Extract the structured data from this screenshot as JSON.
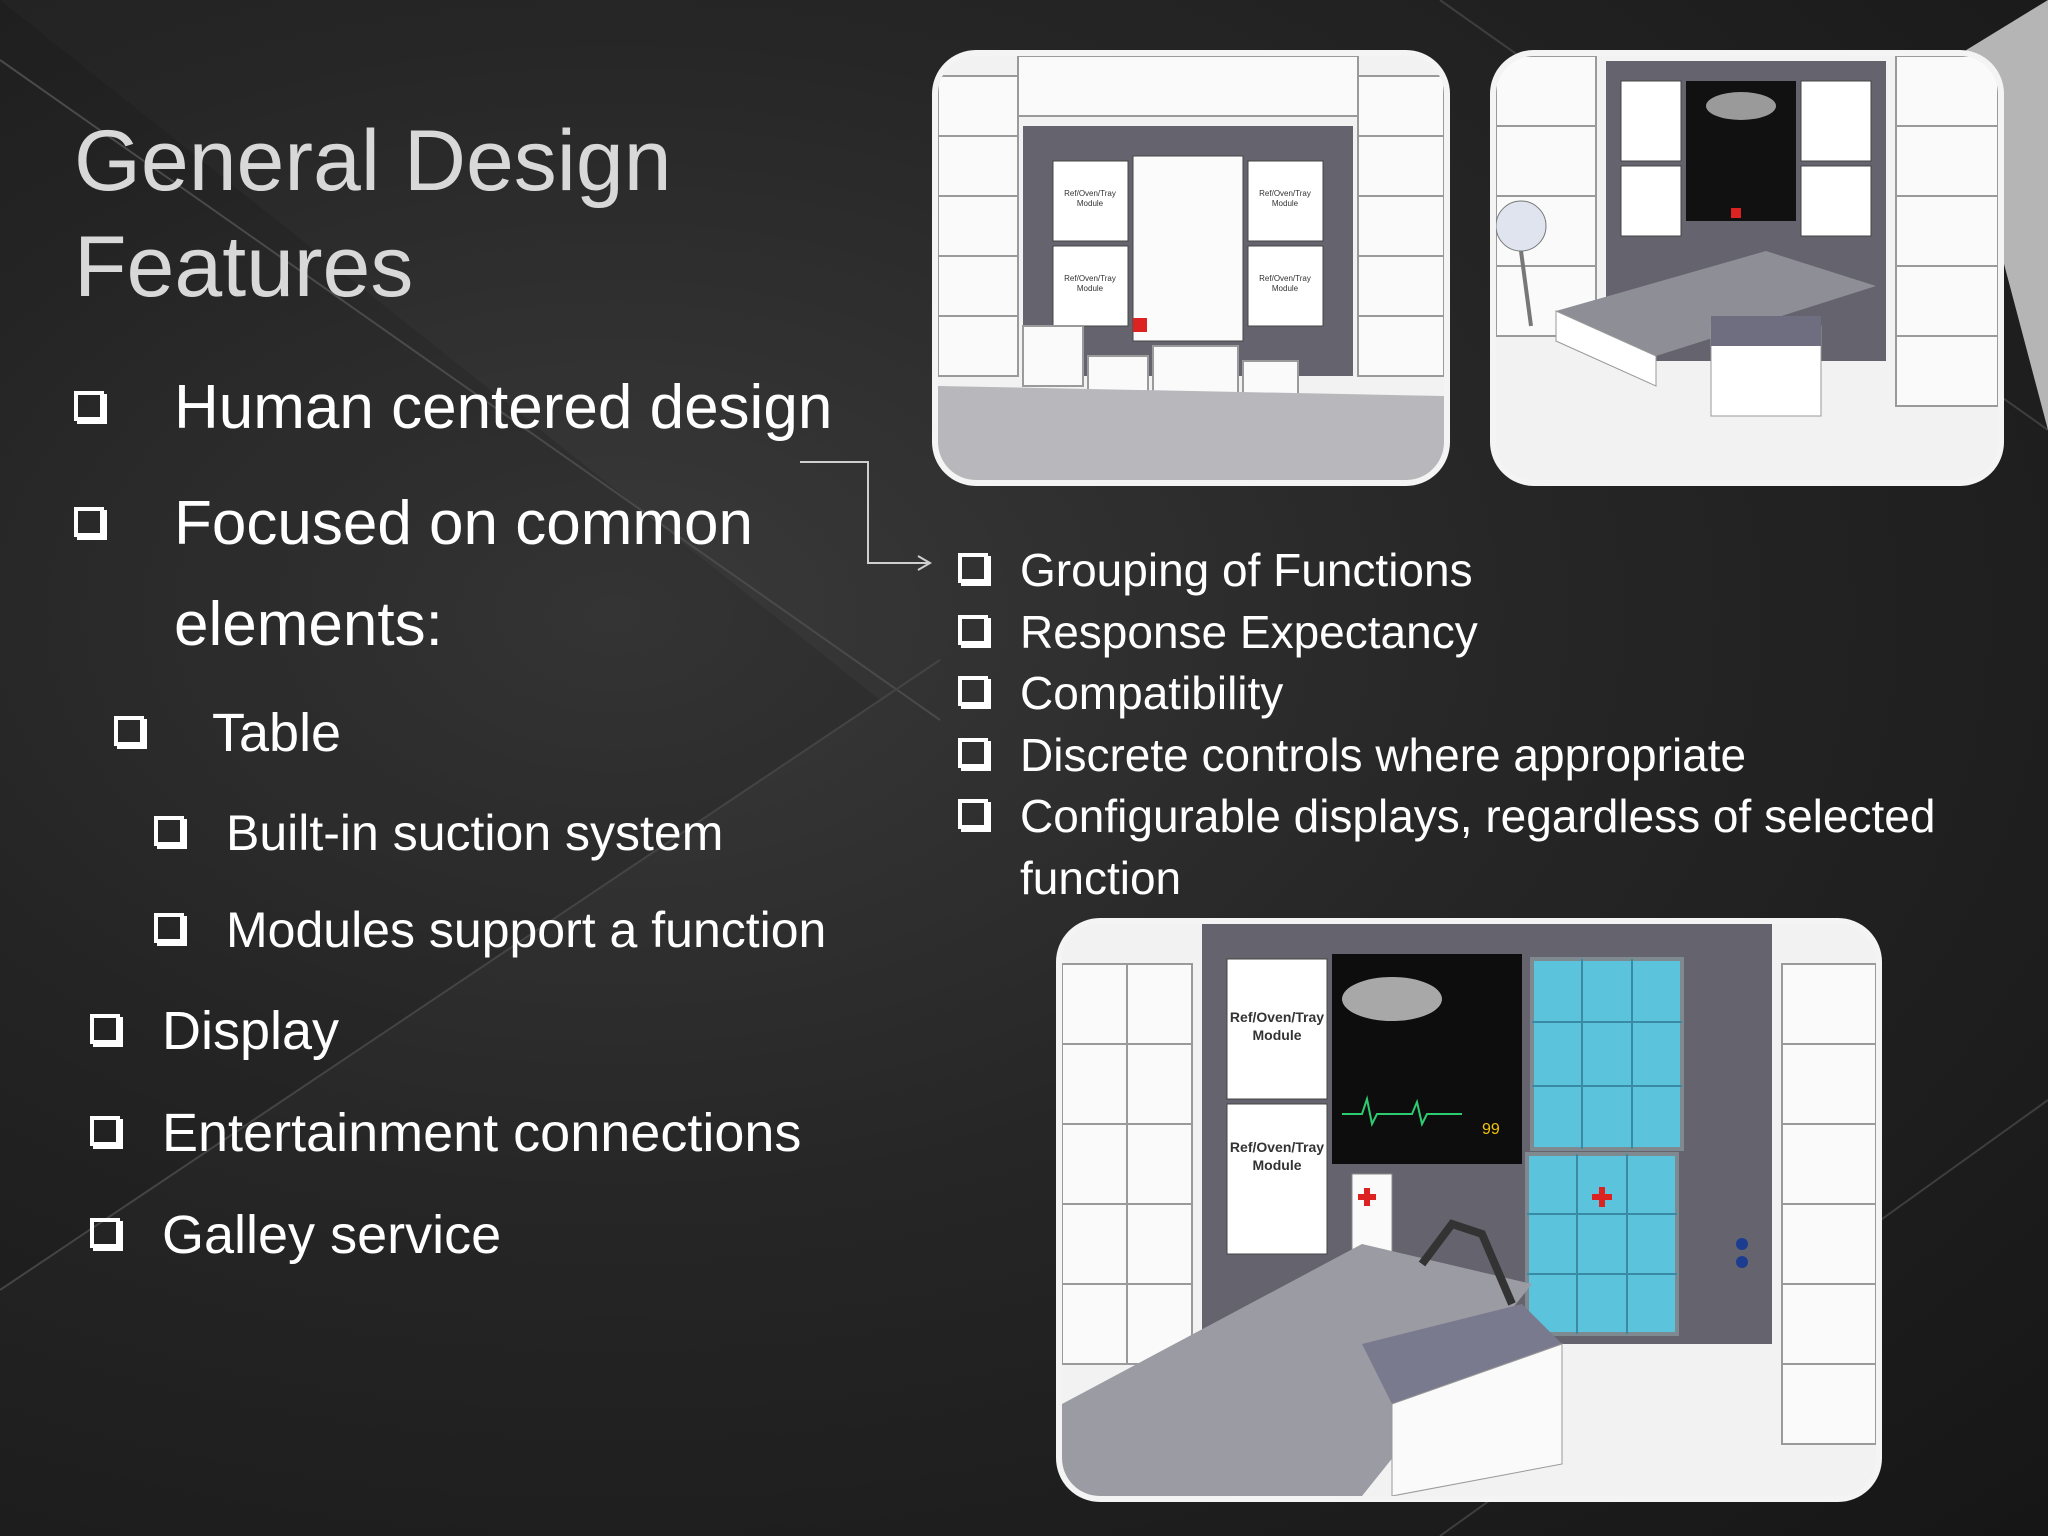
{
  "slide": {
    "title_line1": "General Design",
    "title_line2": "Features"
  },
  "left_list": {
    "item1": "Human centered design",
    "item2_line1": "Focused on common",
    "item2_line2": "elements:",
    "sub_table": "Table",
    "sub_suction": "Built-in suction system",
    "sub_modules": "Modules support a function",
    "item_display": "Display",
    "item_entertainment": "Entertainment connections",
    "item_galley": "Galley service"
  },
  "right_list": {
    "item1": "Grouping of Functions",
    "item2": "Response Expectancy",
    "item3": "Compatibility",
    "item4": "Discrete controls where appropriate",
    "item5_line1": "Configurable displays, regardless of selected",
    "item5_line2": "function"
  },
  "render_labels": {
    "module": "Ref/Oven/Tray Module",
    "module_line1": "Ref/Oven/Tray",
    "module_line2": "Module",
    "monitor_value": "99"
  },
  "colors": {
    "background": "#242424",
    "title": "#d8d8d8",
    "text": "#ffffff",
    "panel_blue": "#5bc3dc",
    "wall_grey": "#5f5f6a"
  }
}
